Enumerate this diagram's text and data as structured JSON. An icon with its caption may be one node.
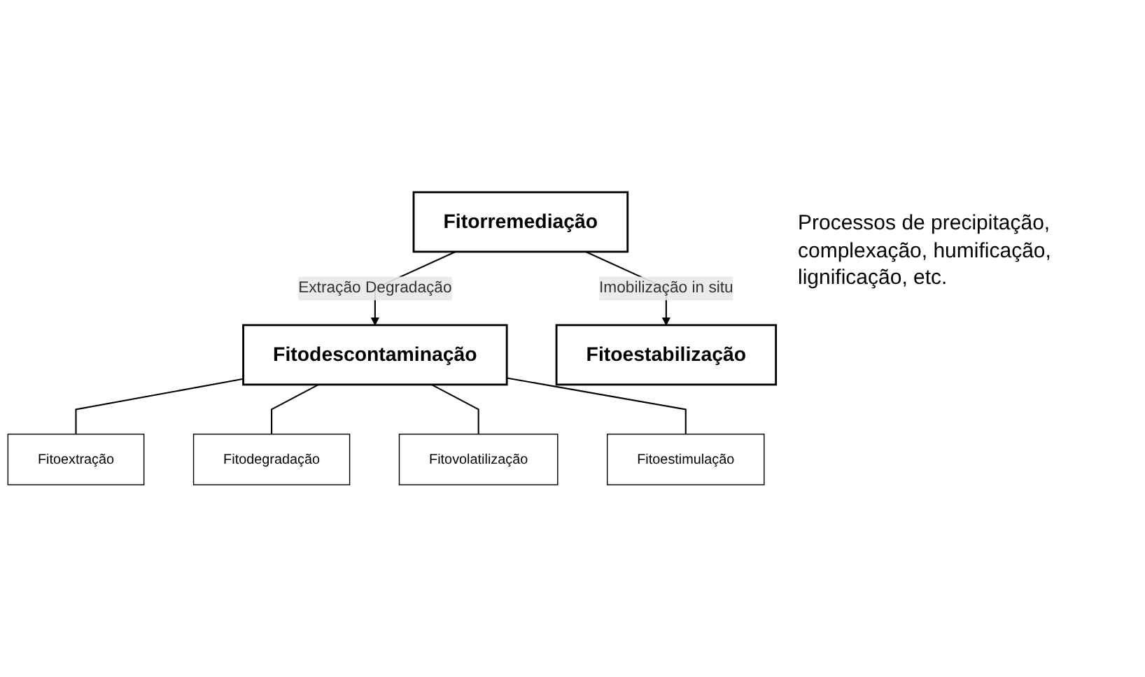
{
  "diagram": {
    "nodes": [
      {
        "text": [
          "Fitorremediação"
        ]
      },
      {
        "text": [
          "Fitodescontaminação"
        ]
      },
      {
        "text": [
          "Fitoestabilização"
        ],
        "beside": [
          "Processos de precipitação, complexação, humificação, lignificação, etc."
        ]
      },
      {
        "text": [
          "Fitoextração"
        ]
      },
      {
        "text": [
          "Fitodegradação"
        ]
      },
      {
        "text": [
          "Fitovolatilização"
        ]
      },
      {
        "text": [
          "Fitoestimulação"
        ]
      }
    ],
    "edges": [
      {
        "from": 0,
        "to": 1,
        "arrow": "to",
        "label": "Extração Degradação"
      },
      {
        "from": 0,
        "to": 2,
        "arrow": "to",
        "label": "Imobilização in situ"
      },
      {
        "from": 1,
        "to": 3,
        "arrow": "none"
      },
      {
        "from": 1,
        "to": 4,
        "arrow": "none"
      },
      {
        "from": 1,
        "to": 5,
        "arrow": "none"
      },
      {
        "from": 1,
        "to": 6,
        "arrow": "none"
      }
    ]
  }
}
